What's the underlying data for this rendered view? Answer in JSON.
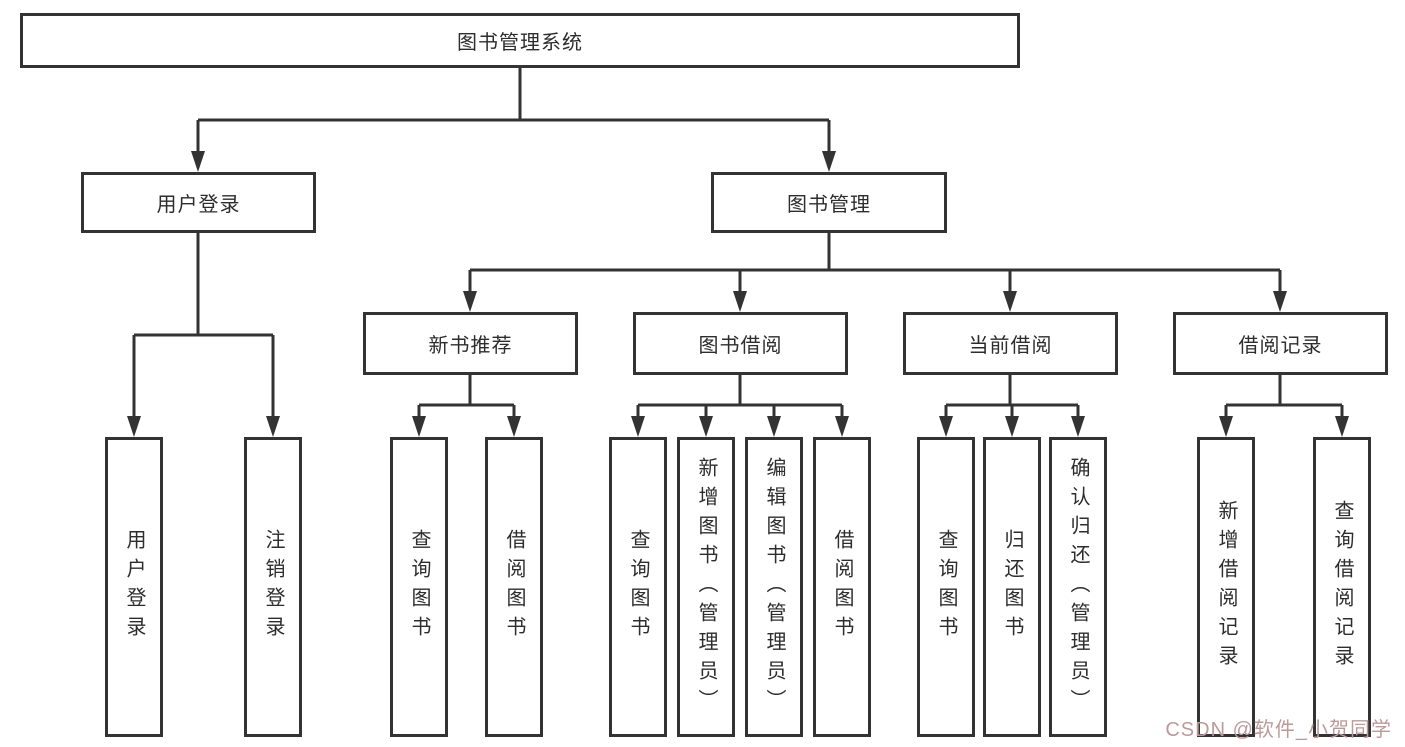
{
  "diagram": {
    "root": "图书管理系统",
    "level2": {
      "user": "用户登录",
      "book": "图书管理"
    },
    "level3": {
      "recommend": "新书推荐",
      "borrow": "图书借阅",
      "current": "当前借阅",
      "record": "借阅记录"
    },
    "leaves": {
      "user": [
        "用户登录",
        "注销登录"
      ],
      "recommend": [
        "查询图书",
        "借阅图书"
      ],
      "borrow": [
        "查询图书",
        "新增图书（管理员）",
        "编辑图书（管理员）",
        "借阅图书"
      ],
      "current": [
        "查询图书",
        "归还图书",
        "确认归还（管理员）"
      ],
      "record": [
        "新增借阅记录",
        "查询借阅记录"
      ]
    }
  },
  "watermark": "CSDN @软件_小贺同学",
  "colors": {
    "line": "#333333",
    "box_border": "#333333",
    "background": "#ffffff",
    "watermark": "#bb9a9a"
  }
}
